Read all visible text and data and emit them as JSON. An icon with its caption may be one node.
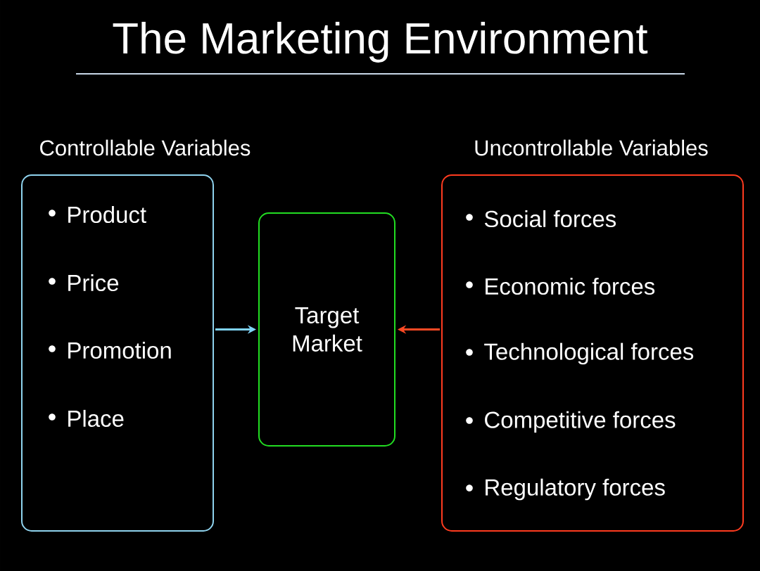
{
  "diagram": {
    "title": "The Marketing Environment",
    "nodes": [
      {
        "text": [
          "Controllable Variables",
          "Product",
          "Price",
          "Promotion",
          "Place"
        ]
      },
      {
        "text": [
          "Target Market"
        ]
      },
      {
        "text": [
          "Uncontrollable Variables",
          "Social forces",
          "Economic forces",
          "Technological forces",
          "Competitive forces",
          "Regulatory forces"
        ]
      }
    ],
    "edges": [
      {
        "from": 0,
        "to": 1,
        "arrow": "to",
        "color": "#7fd3f7"
      },
      {
        "from": 2,
        "to": 1,
        "arrow": "to",
        "color": "#ff4a24"
      }
    ]
  }
}
